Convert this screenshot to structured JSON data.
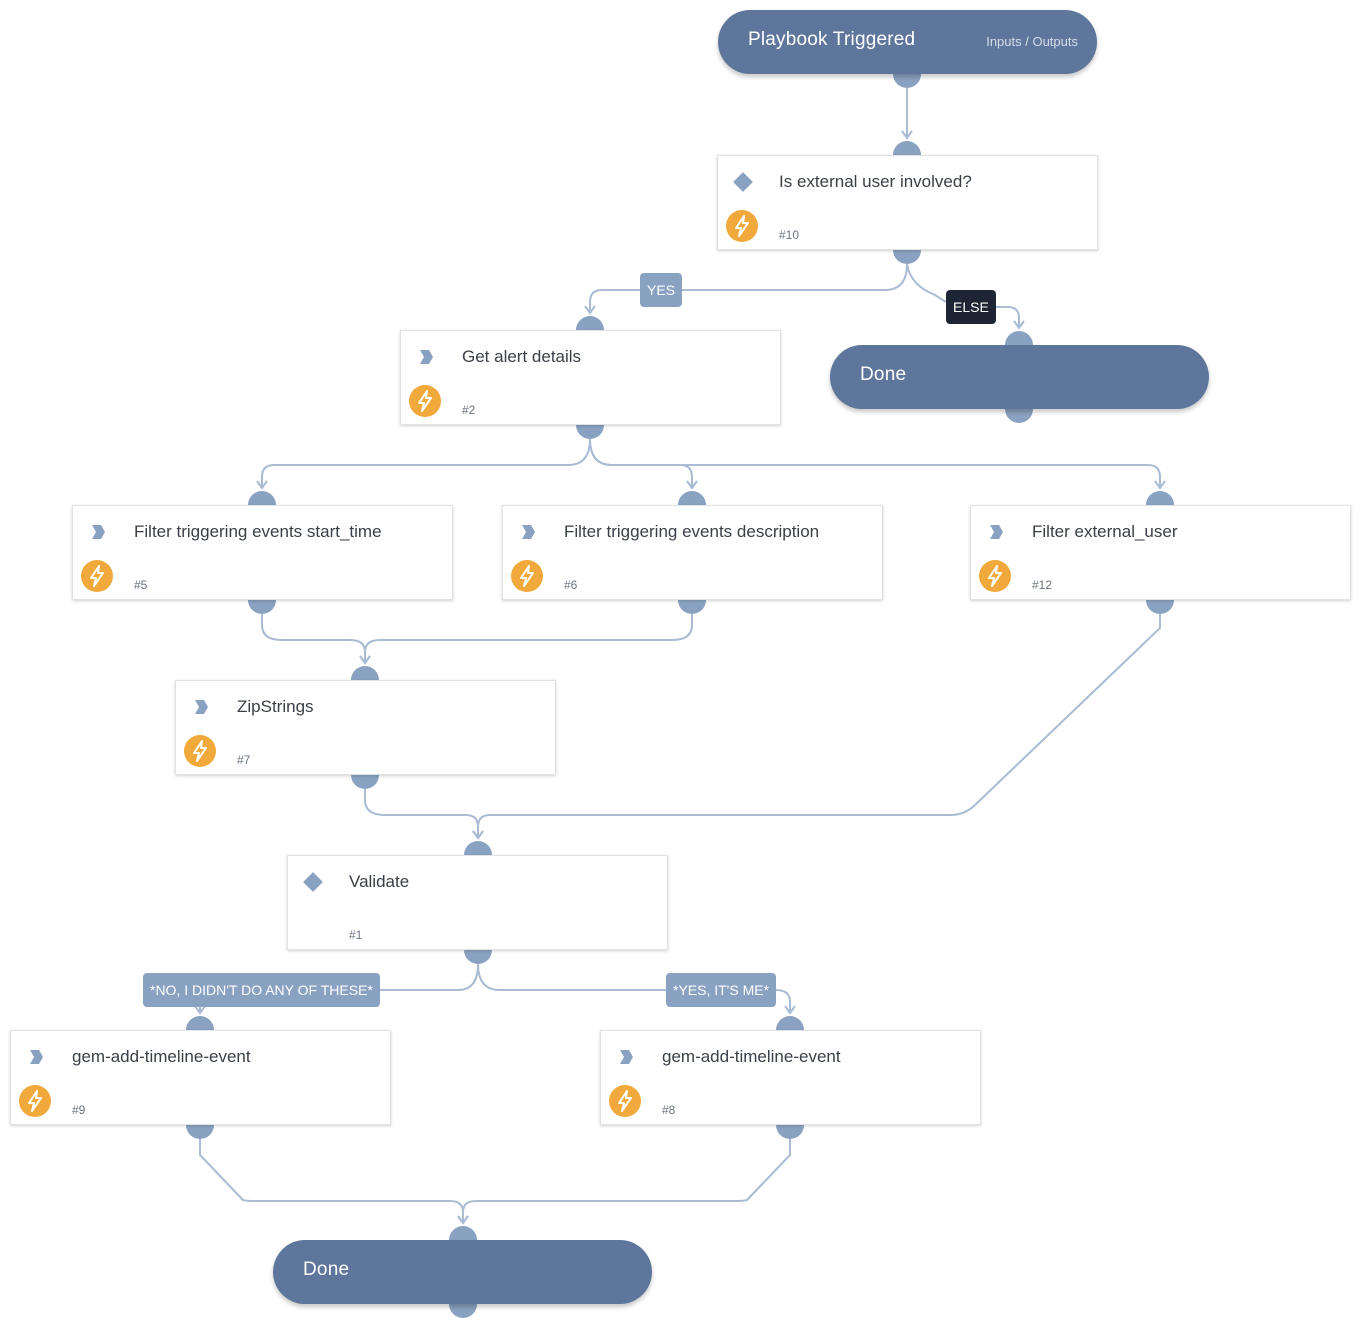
{
  "start": {
    "title": "Playbook Triggered",
    "link": "Inputs / Outputs"
  },
  "done_else": {
    "title": "Done"
  },
  "done_end": {
    "title": "Done"
  },
  "tasks": {
    "t10": {
      "title": "Is external user involved?",
      "num": "#10",
      "type": "condition",
      "automated": true
    },
    "t2": {
      "title": "Get alert details",
      "num": "#2",
      "type": "action",
      "automated": true
    },
    "t5": {
      "title": "Filter triggering events start_time",
      "num": "#5",
      "type": "action",
      "automated": true
    },
    "t6": {
      "title": "Filter triggering events description",
      "num": "#6",
      "type": "action",
      "automated": true
    },
    "t12": {
      "title": "Filter external_user",
      "num": "#12",
      "type": "action",
      "automated": true
    },
    "t7": {
      "title": "ZipStrings",
      "num": "#7",
      "type": "action",
      "automated": true
    },
    "t1": {
      "title": "Validate",
      "num": "#1",
      "type": "condition",
      "automated": false
    },
    "t9": {
      "title": "gem-add-timeline-event",
      "num": "#9",
      "type": "action",
      "automated": true
    },
    "t8": {
      "title": "gem-add-timeline-event",
      "num": "#8",
      "type": "action",
      "automated": true
    }
  },
  "branches": {
    "yes": "YES",
    "else": "ELSE",
    "no_didnt": "*NO, I DIDN'T DO ANY OF THESE*",
    "yes_its_me": "*YES, IT'S ME*"
  },
  "colors": {
    "node_fill": "#5e769b",
    "connector": "#8aa2c1",
    "edge": "#a9bcd3",
    "bolt": "#f2a93b",
    "else_badge": "#1d2433"
  }
}
